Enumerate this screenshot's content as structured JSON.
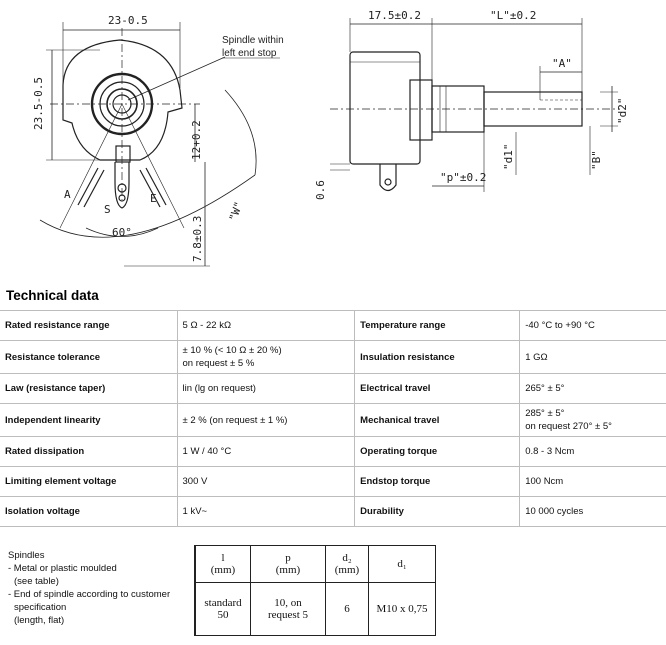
{
  "drawing": {
    "dim_width": "23-0.5",
    "dim_height": "23.5-0.5",
    "dim_12": "12+0.2",
    "dim_78": "7.8±0.3",
    "dim_W": "\"W\"",
    "angle_60": "60°",
    "label_A": "A",
    "label_S": "S",
    "label_E": "E",
    "note_line1": "Spindle within",
    "note_line2": "left end stop",
    "dim_175": "17.5±0.2",
    "dim_L": "\"L\"±0.2",
    "dim_A_side": "\"A\"",
    "dim_p": "\"p\"±0.2",
    "dim_d1": "\"d1\"",
    "dim_d2": "\"d2\"",
    "dim_B": "\"B\"",
    "dim_06": "0.6"
  },
  "title": "Technical data",
  "specs": [
    {
      "k1": "Rated resistance range",
      "v1": "5 Ω - 22 kΩ",
      "v1b": "",
      "k2": "Temperature range",
      "v2": "-40 °C to +90 °C",
      "v2b": ""
    },
    {
      "k1": "Resistance tolerance",
      "v1": "± 10 % (< 10 Ω ± 20 %)",
      "v1b": "on request ± 5 %",
      "k2": "Insulation resistance",
      "v2": "1 GΩ",
      "v2b": ""
    },
    {
      "k1": "Law (resistance taper)",
      "v1": "lin (lg on request)",
      "v1b": "",
      "k2": "Electrical travel",
      "v2": "265° ± 5°",
      "v2b": ""
    },
    {
      "k1": "Independent linearity",
      "v1": "± 2 % (on request ± 1 %)",
      "v1b": "",
      "k2": "Mechanical travel",
      "v2": "285° ± 5°",
      "v2b": "on request 270° ± 5°"
    },
    {
      "k1": "Rated dissipation",
      "v1": "1 W / 40 °C",
      "v1b": "",
      "k2": "Operating torque",
      "v2": "0.8 - 3 Ncm",
      "v2b": ""
    },
    {
      "k1": "Limiting element voltage",
      "v1": "300 V",
      "v1b": "",
      "k2": "Endstop torque",
      "v2": "100 Ncm",
      "v2b": ""
    },
    {
      "k1": "Isolation voltage",
      "v1": "1 kV~",
      "v1b": "",
      "k2": "Durability",
      "v2": "10 000 cycles",
      "v2b": ""
    }
  ],
  "spindles": {
    "lines": [
      "Spindles",
      "- Metal or plastic moulded",
      "  (see table)",
      "- End of spindle according to customer",
      "  specification",
      "  (length, flat)"
    ]
  },
  "spindle_table": {
    "headers": [
      {
        "sym": "l",
        "unit": "(mm)"
      },
      {
        "sym": "p",
        "unit": "(mm)"
      },
      {
        "sym": "d₂",
        "unit": "(mm)"
      },
      {
        "sym": "d₁",
        "unit": ""
      }
    ],
    "row": [
      {
        "a": "standard",
        "b": "50"
      },
      {
        "a": "10, on",
        "b": "request 5"
      },
      {
        "a": "6",
        "b": ""
      },
      {
        "a": "M10 x 0,75",
        "b": ""
      }
    ]
  }
}
